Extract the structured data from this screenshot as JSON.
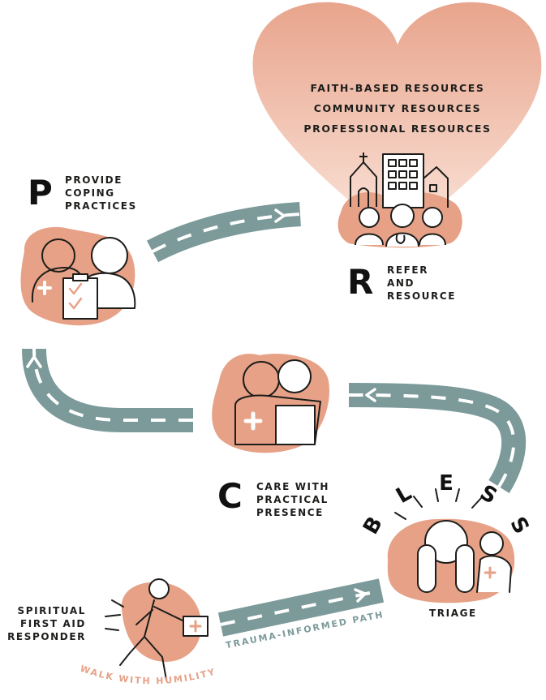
{
  "colors": {
    "road": "#7c9a9a",
    "dash": "#ffffff",
    "blob": "#e6a186",
    "heart_top": "#e8a48c",
    "heart_bottom": "#fbe6dc",
    "ink": "#1d1d1b",
    "walk_text": "#e6a186",
    "path_text": "#7c9a9a"
  },
  "heart": {
    "lines": [
      "FAITH-BASED RESOURCES",
      "COMMUNITY RESOURCES",
      "PROFESSIONAL RESOURCES"
    ]
  },
  "steps": {
    "provide": {
      "letter": "P",
      "lines": [
        "PROVIDE",
        "COPING",
        "PRACTICES"
      ],
      "icon": "clipboard-checklist-icon"
    },
    "refer": {
      "letter": "R",
      "lines": [
        "REFER",
        "AND",
        "RESOURCE"
      ],
      "icon": "community-buildings-icon"
    },
    "care": {
      "letter": "C",
      "lines": [
        "CARE WITH",
        "PRACTICAL",
        "PRESENCE"
      ],
      "icon": "hug-icon"
    },
    "triage": {
      "label": "TRIAGE",
      "bless_letters": [
        "B",
        "L",
        "E",
        "S",
        "S"
      ],
      "icon": "distressed-person-icon"
    },
    "responder": {
      "lines": [
        "SPIRITUAL",
        "FIRST AID",
        "RESPONDER"
      ],
      "icon": "running-responder-icon"
    }
  },
  "path_label": "TRAUMA-INFORMED PATH",
  "walk_label": "WALK WITH HUMILITY"
}
